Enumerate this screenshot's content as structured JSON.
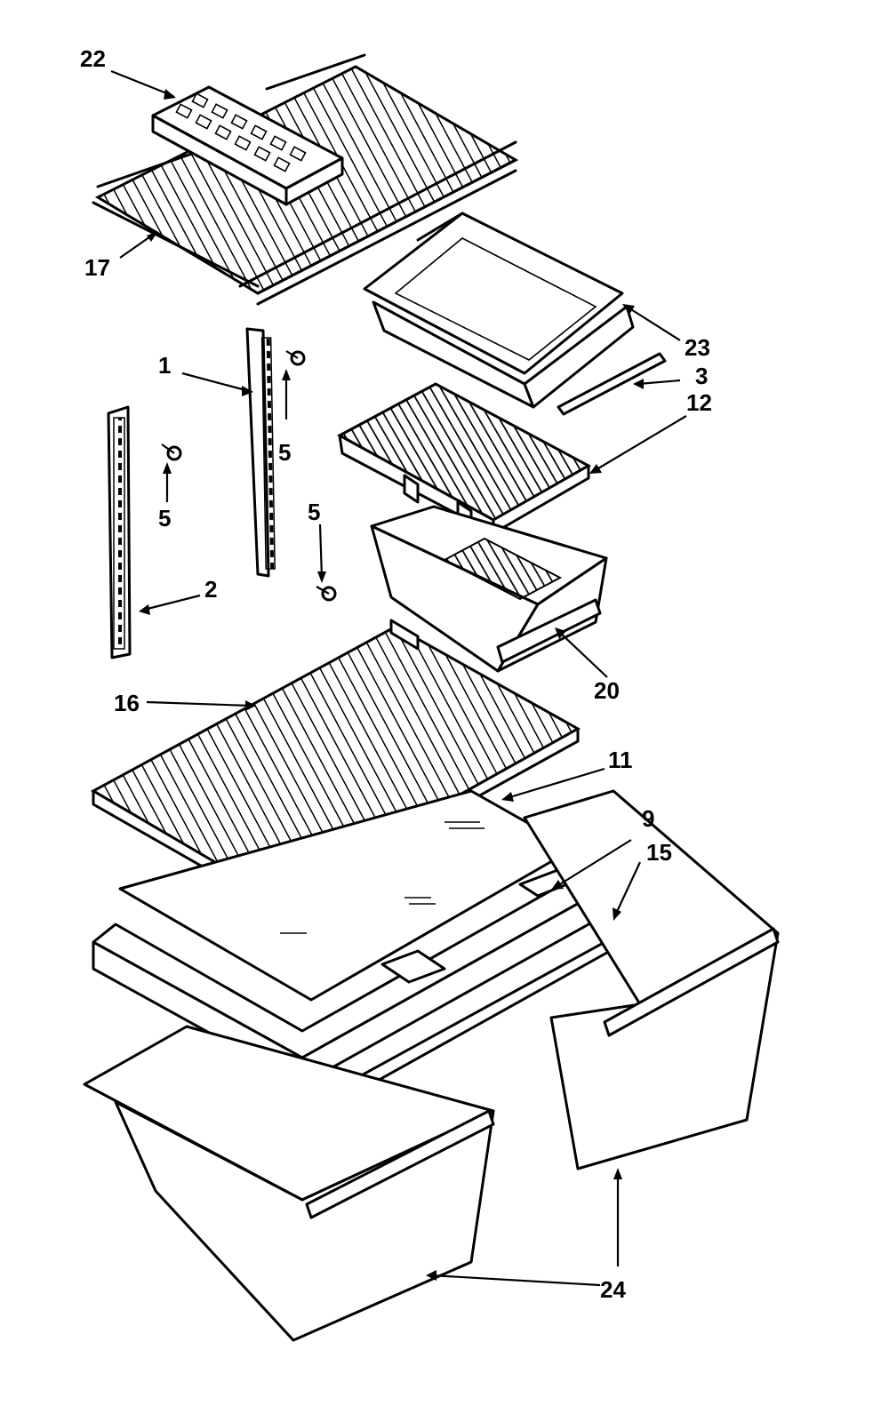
{
  "callouts": [
    {
      "id": "c22",
      "text": "22"
    },
    {
      "id": "c17",
      "text": "17"
    },
    {
      "id": "c1",
      "text": "1"
    },
    {
      "id": "c5a",
      "text": "5"
    },
    {
      "id": "c5b",
      "text": "5"
    },
    {
      "id": "c5c",
      "text": "5"
    },
    {
      "id": "c2",
      "text": "2"
    },
    {
      "id": "c23",
      "text": "23"
    },
    {
      "id": "c3",
      "text": "3"
    },
    {
      "id": "c12",
      "text": "12"
    },
    {
      "id": "c20",
      "text": "20"
    },
    {
      "id": "c16",
      "text": "16"
    },
    {
      "id": "c11",
      "text": "11"
    },
    {
      "id": "c9",
      "text": "9"
    },
    {
      "id": "c15",
      "text": "15"
    },
    {
      "id": "c24",
      "text": "24"
    }
  ]
}
